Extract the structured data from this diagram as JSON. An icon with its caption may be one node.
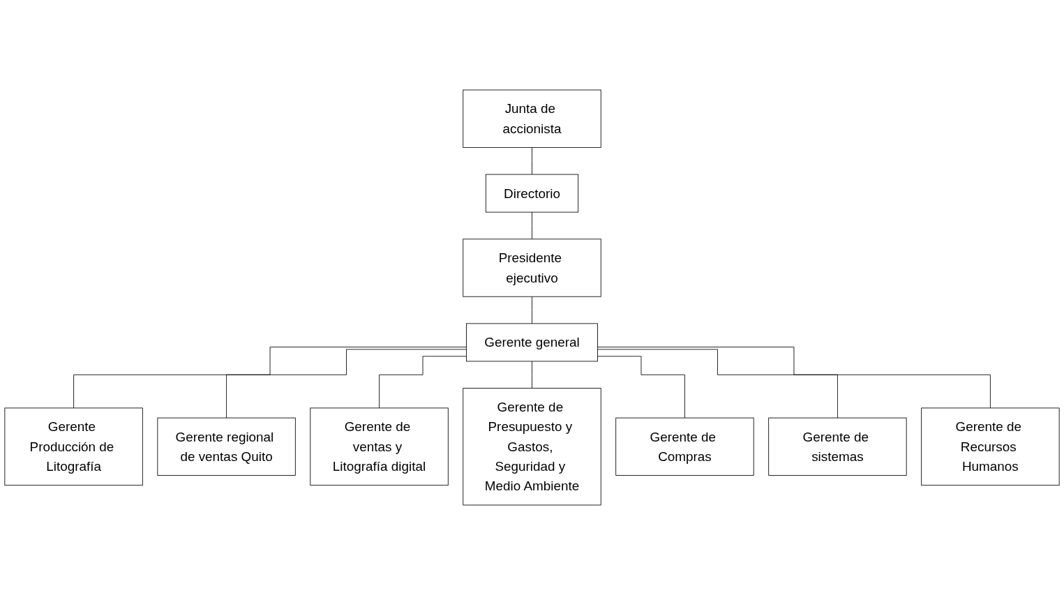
{
  "diagram": {
    "nodes": [
      {
        "text": [
          "Junta de accionista"
        ]
      },
      {
        "text": [
          "Directorio"
        ]
      },
      {
        "text": [
          "Presidente ejecutivo"
        ]
      },
      {
        "text": [
          "Gerente general"
        ]
      },
      {
        "text": [
          "Gerente Producción de Litografía"
        ]
      },
      {
        "text": [
          "Gerente regional de ventas Quito"
        ]
      },
      {
        "text": [
          "Gerente de ventas y Litografía digital"
        ]
      },
      {
        "text": [
          "Gerente de Presupuesto y Gastos, Seguridad y Medio Ambiente"
        ]
      },
      {
        "text": [
          "Gerente de Compras"
        ]
      },
      {
        "text": [
          "Gerente de sistemas"
        ]
      },
      {
        "text": [
          "Gerente de Recursos Humanos"
        ]
      }
    ],
    "edges": [
      {
        "from": 0,
        "to": 1,
        "arrow": "none"
      },
      {
        "from": 1,
        "to": 2,
        "arrow": "none"
      },
      {
        "from": 2,
        "to": 3,
        "arrow": "none"
      },
      {
        "from": 3,
        "to": 4,
        "arrow": "none"
      },
      {
        "from": 3,
        "to": 5,
        "arrow": "none"
      },
      {
        "from": 3,
        "to": 6,
        "arrow": "none"
      },
      {
        "from": 3,
        "to": 7,
        "arrow": "none"
      },
      {
        "from": 3,
        "to": 8,
        "arrow": "none"
      },
      {
        "from": 3,
        "to": 9,
        "arrow": "none"
      },
      {
        "from": 3,
        "to": 10,
        "arrow": "none"
      }
    ]
  }
}
